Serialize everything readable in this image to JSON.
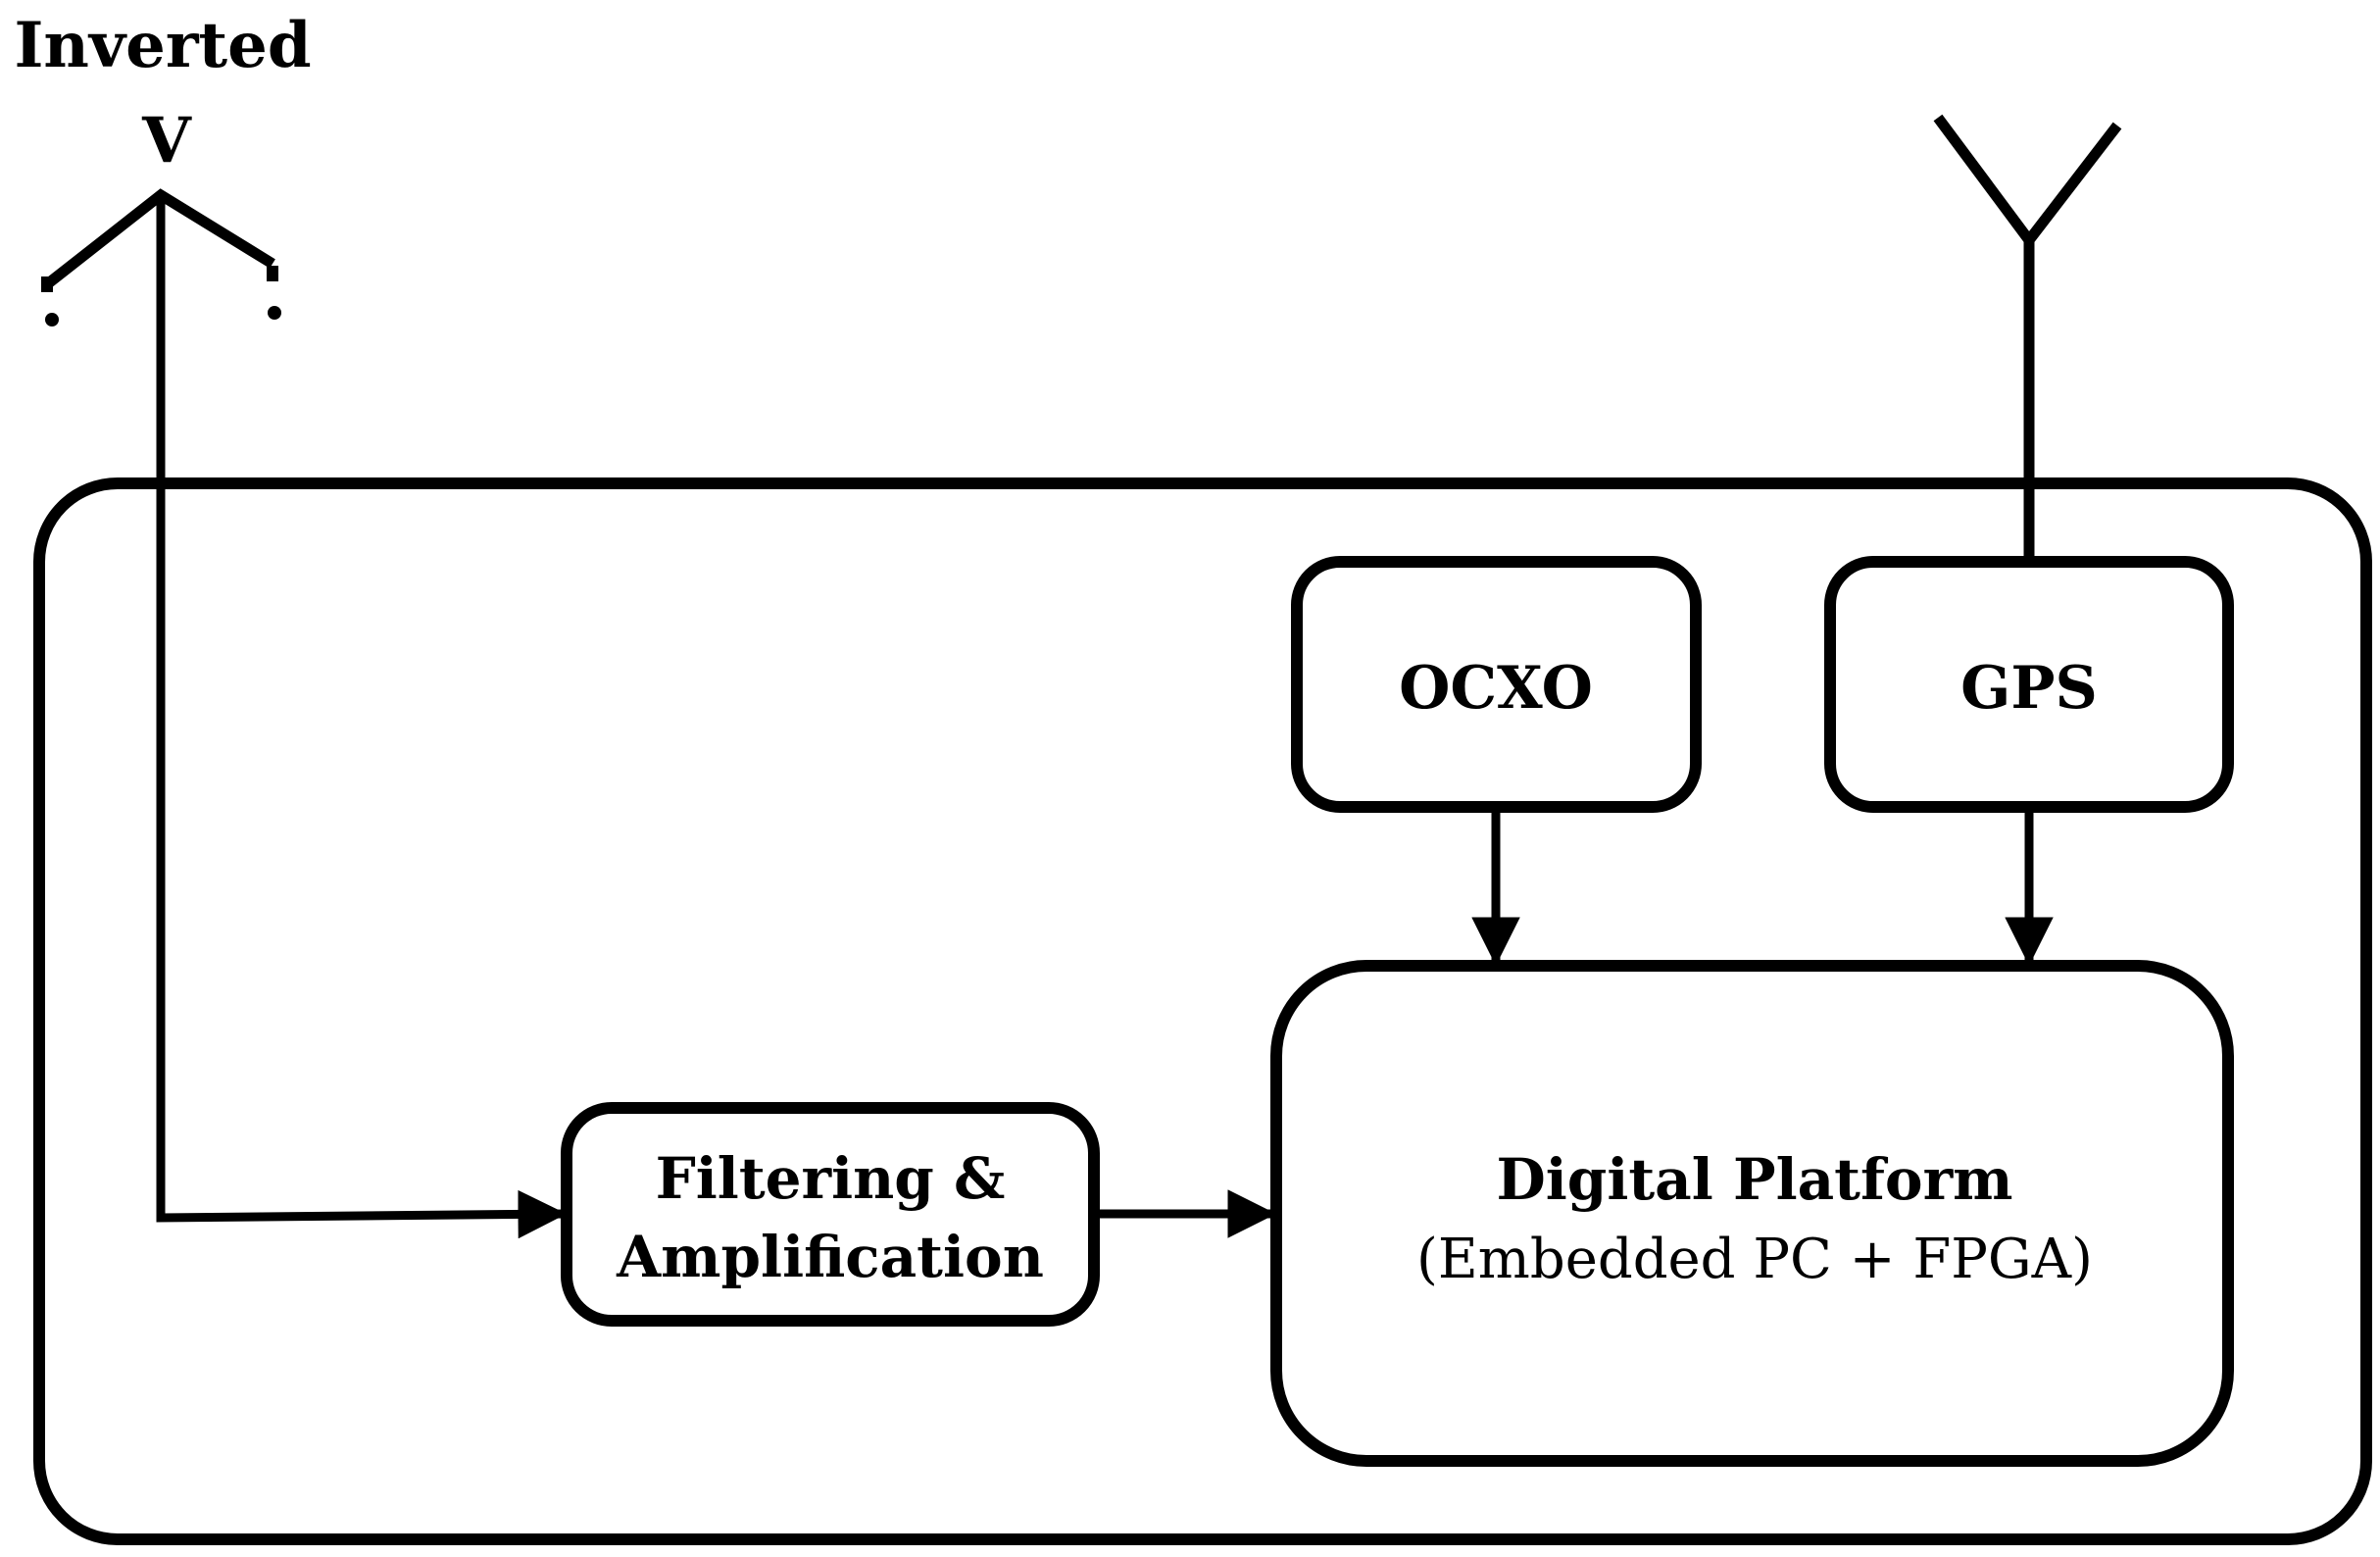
{
  "colors": {
    "stroke": "#000000",
    "background": "#ffffff"
  },
  "antennas": {
    "inverted_v": {
      "line1": "Inverted",
      "line2": "V"
    },
    "gps_antenna_icon": "gps-antenna-icon"
  },
  "blocks": {
    "ocxo": {
      "label": "OCXO"
    },
    "gps": {
      "label": "GPS"
    },
    "filtering": {
      "line1": "Filtering &",
      "line2": "Amplification"
    },
    "digital": {
      "line1": "Digital Platform",
      "line2": "(Embedded PC + FPGA)"
    }
  }
}
